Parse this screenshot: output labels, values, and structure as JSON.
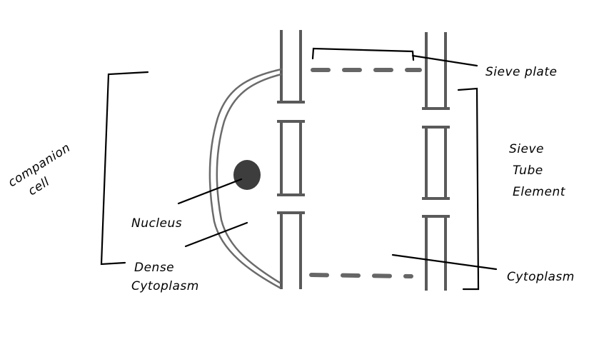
{
  "diagram": {
    "labels": {
      "companion_cell_line1": "companion",
      "companion_cell_line2": "cell",
      "sieve_plate": "Sieve plate",
      "sieve_tube_line1": "Sieve",
      "sieve_tube_line2": "Tube",
      "sieve_tube_line3": "Element",
      "nucleus": "Nucleus",
      "dense_cytoplasm_line1": "Dense",
      "dense_cytoplasm_line2": "Cytoplasm",
      "cytoplasm": "Cytoplasm"
    },
    "colors": {
      "wall": "#5a5a5a",
      "plate": "#6a6a6a",
      "nucleus": "#3d3d3d",
      "ink": "#000000"
    }
  }
}
